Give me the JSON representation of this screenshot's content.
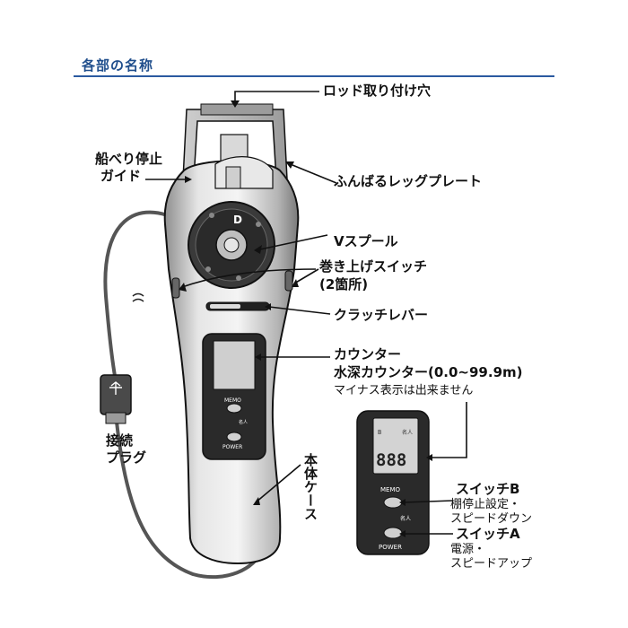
{
  "header": {
    "title": "各部の名称"
  },
  "labels": {
    "rod_hole": "ロッド取り付け穴",
    "guard_guide_line1": "船べり停止",
    "guard_guide_line2": "ガイド",
    "leg_plate": "ふんばるレッグプレート",
    "v_spool": "Vスプール",
    "wind_switch_line1": "巻き上げスイッチ",
    "wind_switch_line2": "(2箇所)",
    "clutch_lever": "クラッチレバー",
    "counter_line1": "カウンター",
    "counter_line2": "水深カウンター(0.0~99.9m)",
    "counter_note": "マイナス表示は出来ません",
    "plug_line1": "接続",
    "plug_line2": "プラグ",
    "body_case_line1": "本体ケース",
    "switch_b_title": "スイッチB",
    "switch_b_line1": "棚停止設定・",
    "switch_b_line2": "スピードダウン",
    "switch_a_title": "スイッチA",
    "switch_a_line1": "電源・",
    "switch_a_line2": "スピードアップ"
  },
  "device": {
    "brand_mark": "D",
    "memo_label": "MEMO",
    "power_label": "POWER",
    "mode_label": "名人",
    "display_value": "888",
    "display_marker": "B"
  },
  "colors": {
    "header_blue": "#1f4e8c",
    "outline": "#111111",
    "body_gray": "#bdbdbd",
    "panel_dark": "#2a2a2a",
    "lcd": "#cfcfcf"
  }
}
